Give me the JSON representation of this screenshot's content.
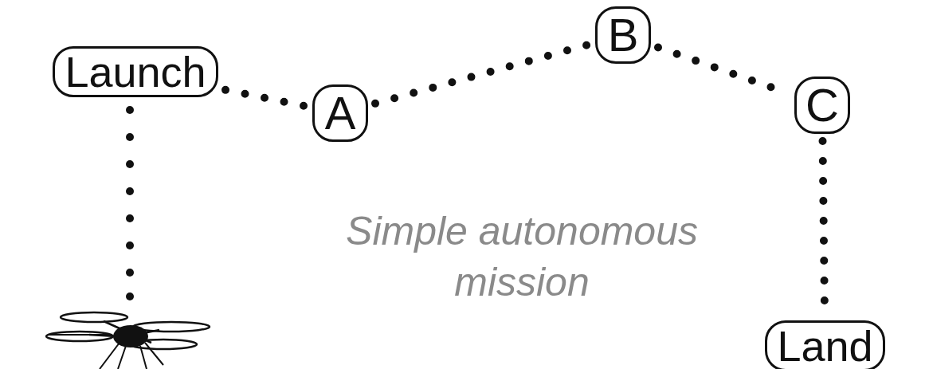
{
  "diagram": {
    "nodes": [
      {
        "text": [
          "Launch"
        ]
      },
      {
        "text": [
          "A"
        ]
      },
      {
        "text": [
          "B"
        ]
      },
      {
        "text": [
          "C"
        ]
      },
      {
        "text": [
          "Land"
        ]
      }
    ],
    "edges": [
      {
        "from": 0,
        "to": 1,
        "arrow": "none"
      },
      {
        "from": 1,
        "to": 2,
        "arrow": "none"
      },
      {
        "from": 2,
        "to": 3,
        "arrow": "none"
      },
      {
        "from": 3,
        "to": 4,
        "arrow": "none"
      }
    ],
    "labels": [
      "Simple autonomous mission"
    ]
  }
}
